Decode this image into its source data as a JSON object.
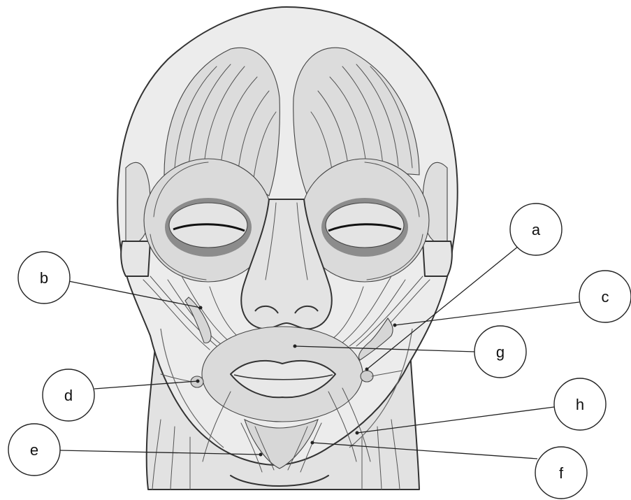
{
  "colors": {
    "background": "#ffffff",
    "skull": "#e9e9e9",
    "muscle": "#d8d8d8",
    "eye_shadow": "#8c8c8c",
    "line": "#333333"
  },
  "labels": [
    "a",
    "b",
    "c",
    "d",
    "e",
    "f",
    "g",
    "h"
  ]
}
